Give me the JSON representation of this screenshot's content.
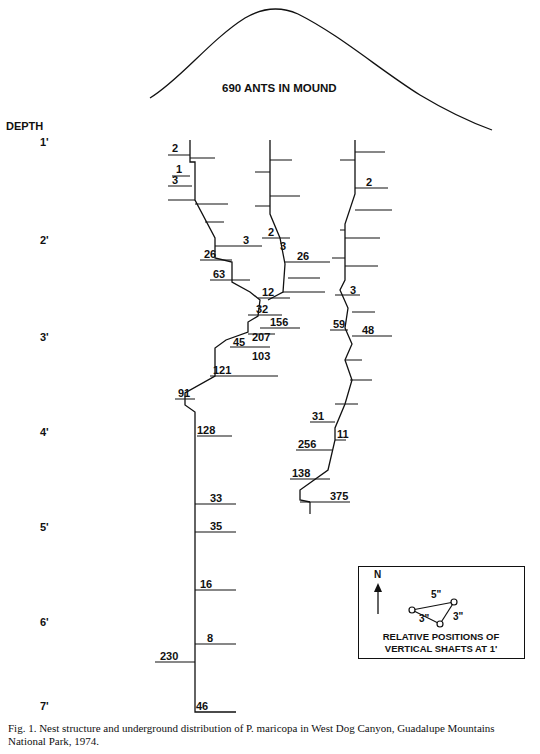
{
  "diagram": {
    "caption": "Fig. 1. Nest structure and underground distribution of P. maricopa in West Dog Canyon, Guadalupe Mountains National Park, 1974.",
    "nodes": [
      {
        "text": [
          "N",
          "5\"",
          "3\"",
          "3\"",
          "RELATIVE POSITIONS OF VERTICAL SHAFTS AT 1'"
        ]
      }
    ],
    "labels": [
      "690 ANTS IN MOUND",
      "DEPTH",
      "1'",
      "2'",
      "3'",
      "4'",
      "5'",
      "6'",
      "7'",
      "2",
      "1",
      "3",
      "2",
      "2",
      "3",
      "3",
      "26",
      "26",
      "63",
      "12",
      "3",
      "32",
      "156",
      "59",
      "48",
      "207",
      "45",
      "103",
      "121",
      "91",
      "31",
      "128",
      "11",
      "256",
      "138",
      "375",
      "33",
      "35",
      "16",
      "8",
      "230",
      "46"
    ]
  }
}
